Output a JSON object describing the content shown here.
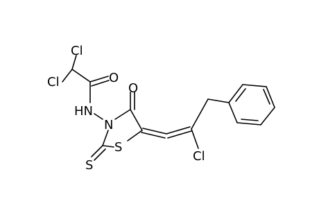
{
  "molecule": {
    "atom_labels": {
      "cl_top": "Cl",
      "cl_left": "Cl",
      "oxygen_amide": "O",
      "nh": "HN",
      "n_ring": "N",
      "oxygen_ring": "O",
      "sulfur_ring": "S",
      "sulfur_thione": "S",
      "cl_allene": "Cl"
    }
  }
}
